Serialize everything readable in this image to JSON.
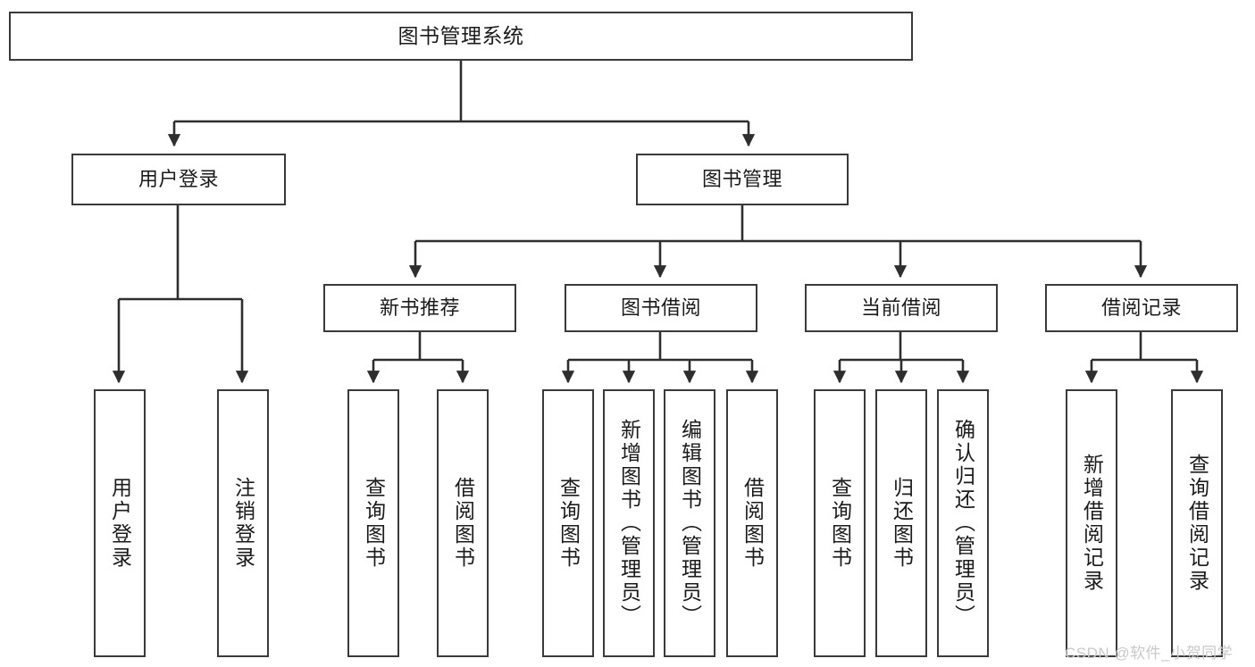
{
  "diagram": {
    "title": "图书管理系统",
    "type": "hierarchy-tree",
    "stroke_color": "#3a3a3a",
    "fill_color": "#ffffff",
    "text_color": "#1b1b1b",
    "levels": 4
  },
  "nodes": {
    "root": {
      "label": "图书管理系统"
    },
    "level2": [
      {
        "label": "用户登录"
      },
      {
        "label": "图书管理"
      }
    ],
    "level3": [
      {
        "label": "新书推荐"
      },
      {
        "label": "图书借阅"
      },
      {
        "label": "当前借阅"
      },
      {
        "label": "借阅记录"
      }
    ],
    "leaves": {
      "user_login": [
        {
          "label": "用户登录"
        },
        {
          "label": "注销登录"
        }
      ],
      "new_book_recommend": [
        {
          "label": "查询图书"
        },
        {
          "label": "借阅图书"
        }
      ],
      "book_borrow": [
        {
          "label": "查询图书"
        },
        {
          "label": "新增图书（管理员）"
        },
        {
          "label": "编辑图书（管理员）"
        },
        {
          "label": "借阅图书"
        }
      ],
      "current_borrow": [
        {
          "label": "查询图书"
        },
        {
          "label": "归还图书"
        },
        {
          "label": "确认归还（管理员）"
        }
      ],
      "borrow_record": [
        {
          "label": "新增借阅记录"
        },
        {
          "label": "查询借阅记录"
        }
      ]
    }
  },
  "watermark": {
    "text": "CSDN @软件_小贺同学",
    "color": "#c9c9c9"
  }
}
